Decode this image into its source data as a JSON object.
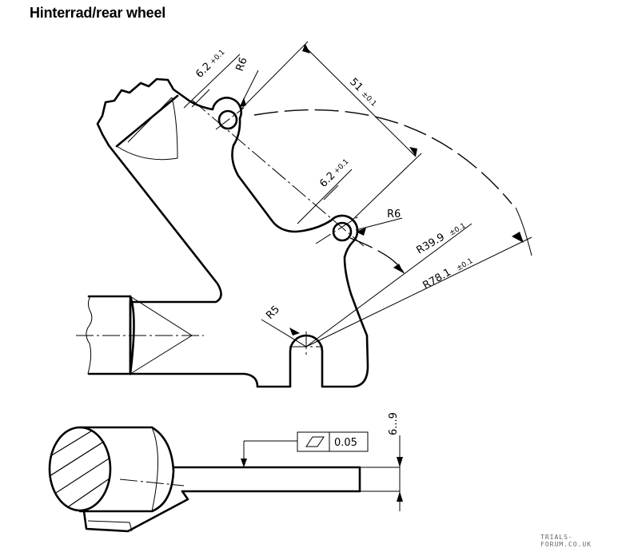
{
  "title": "Hinterrad/rear wheel",
  "watermark": "TRIALS-FORUM.CO.UK",
  "dimensions": {
    "hole_dia_top": "6.2",
    "hole_dia_top_tol": "+0.1",
    "radius_top_hole": "R6",
    "center_distance": "51",
    "center_distance_tol": "±0.1",
    "hole_dia_mid": "6.2",
    "hole_dia_mid_tol": "+0.1",
    "radius_mid_hole": "R6",
    "radius_inner_arc": "R39.9",
    "radius_inner_arc_tol": "±0.1",
    "radius_outer_arc": "R78.1",
    "radius_outer_arc_tol": "±0.1",
    "radius_notch": "R5",
    "thickness_range": "6...9"
  },
  "tolerance_frame": {
    "symbol": "flatness-parallelogram",
    "value": "0.05"
  }
}
